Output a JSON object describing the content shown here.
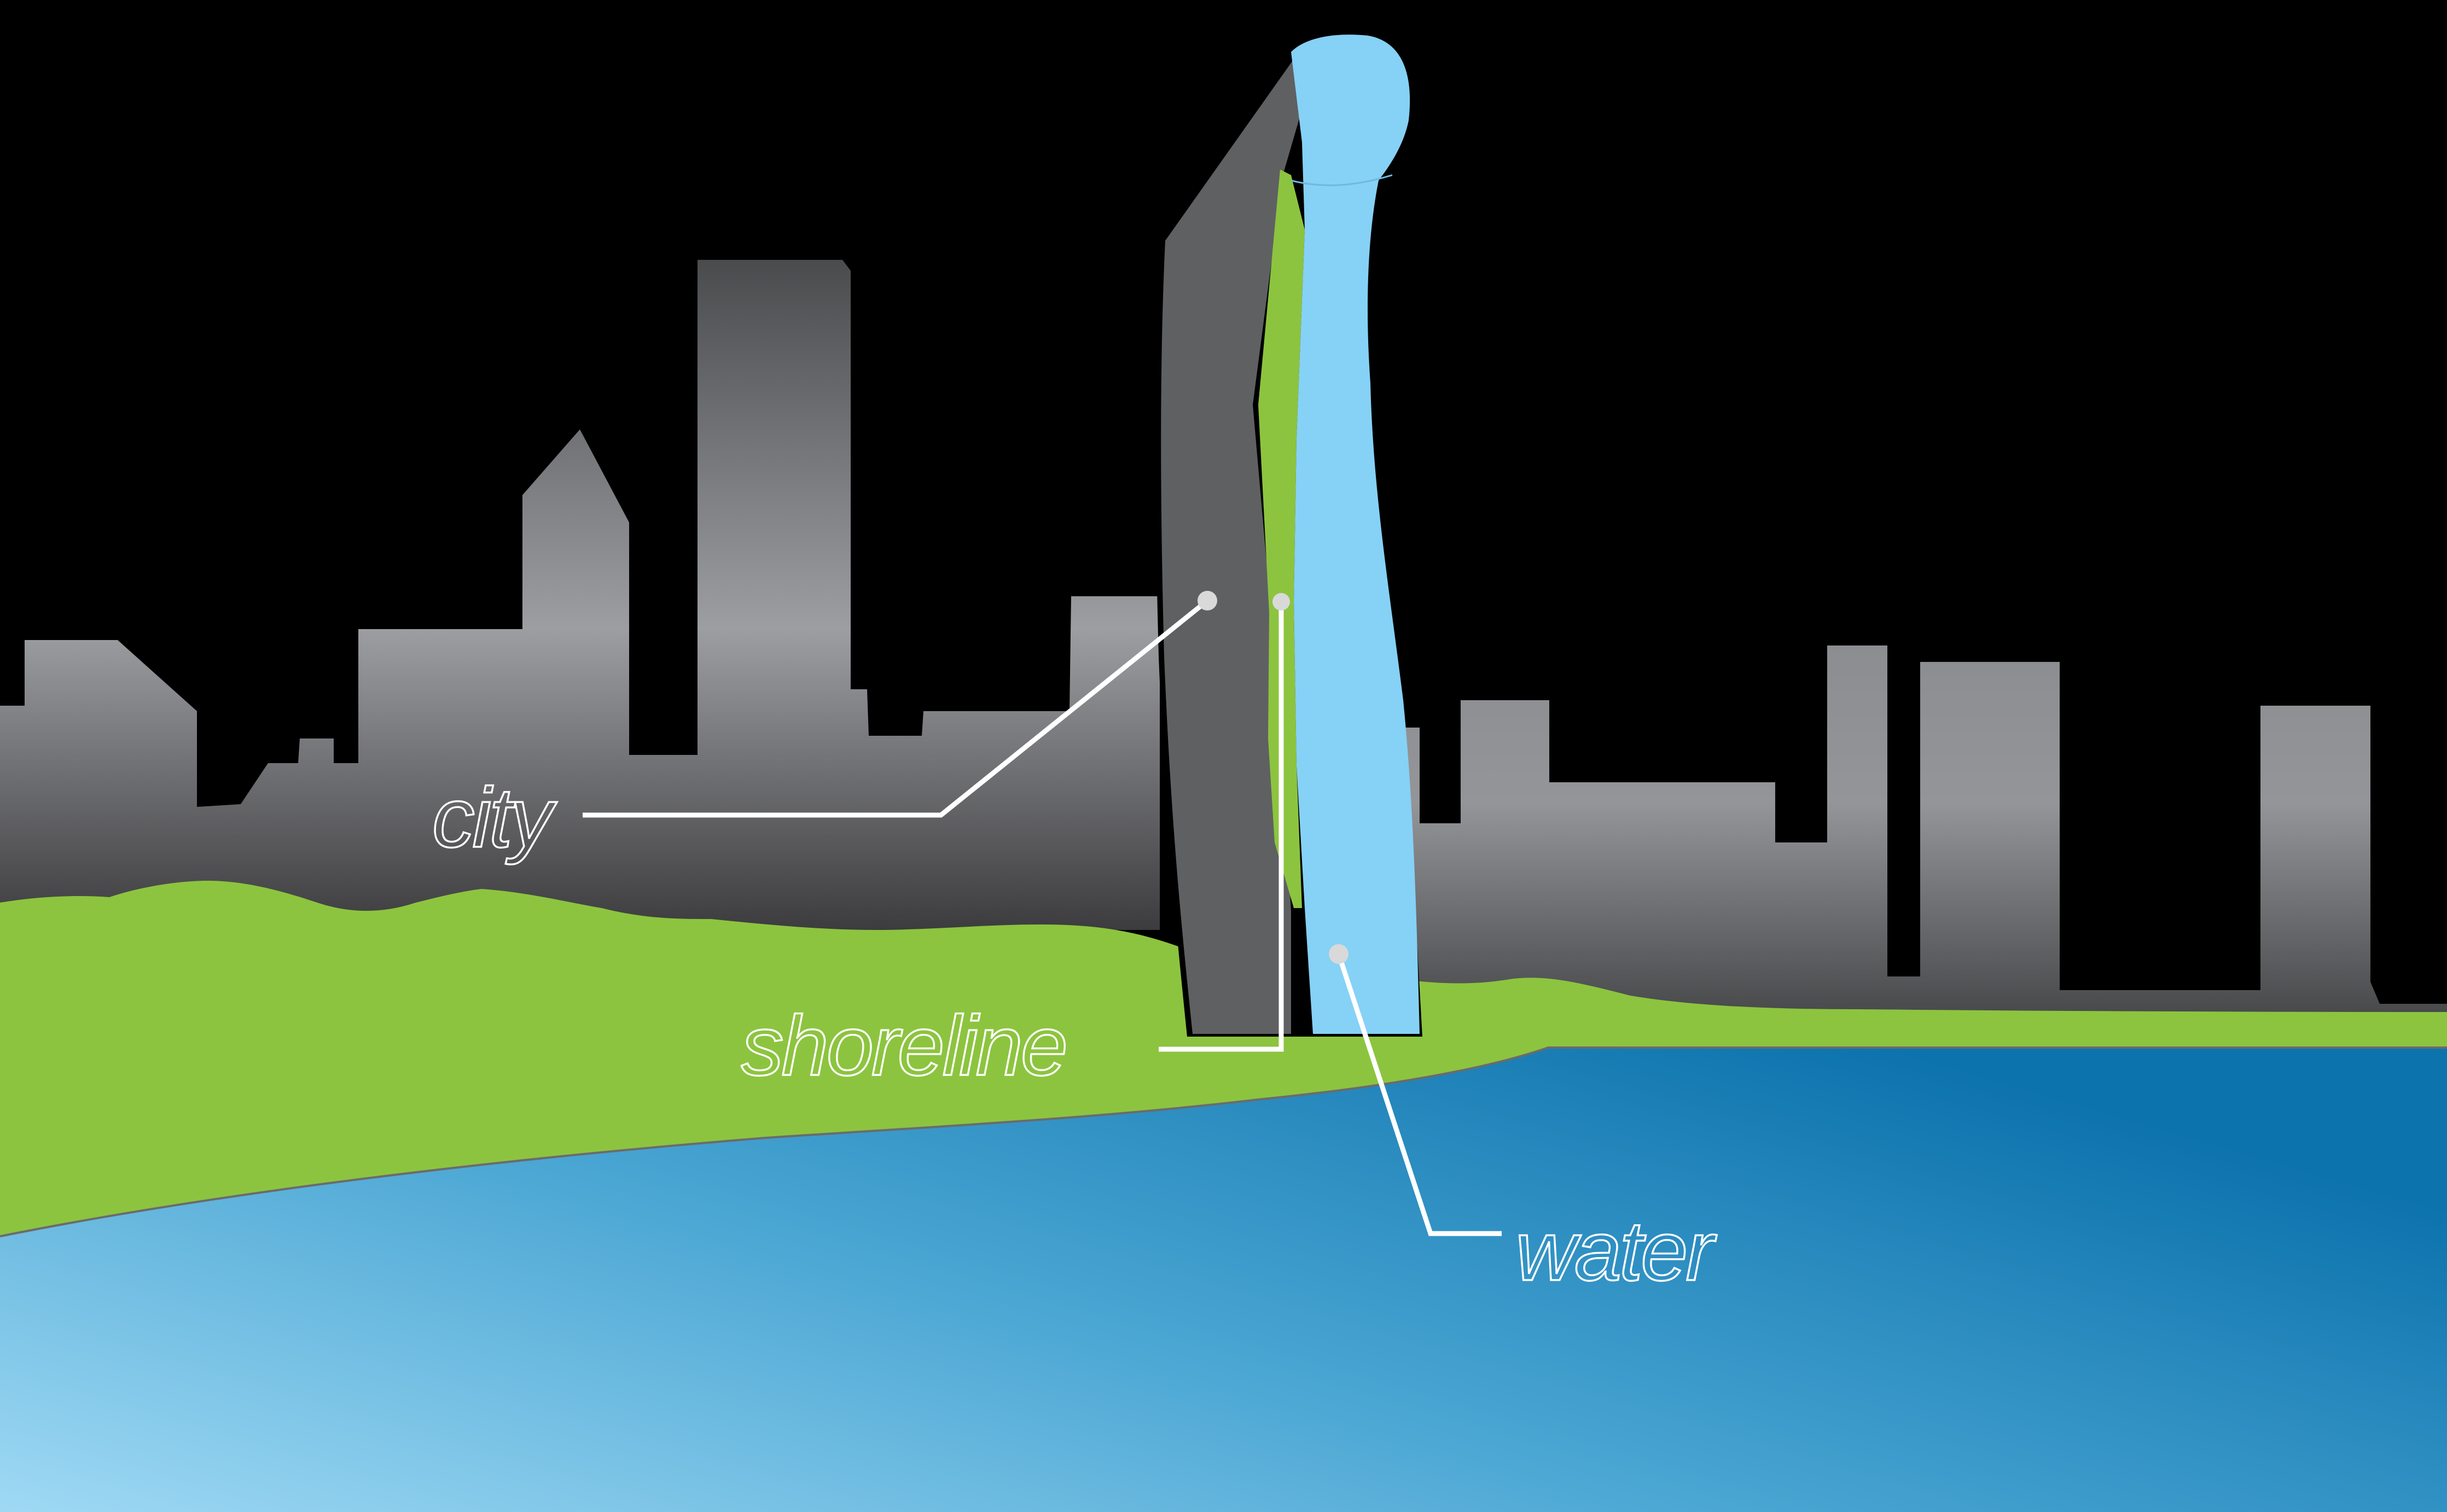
{
  "diagram": {
    "labels": {
      "city": "city",
      "shoreline": "shoreline",
      "water": "water"
    },
    "colors": {
      "background": "#000000",
      "city_gray_top": "#9d9ea2",
      "city_gray_bottom": "#3c3c3e",
      "tower_dark": "#5f6062",
      "shoreline_green": "#8cc43f",
      "tower_water": "#86d1f6",
      "water_light": "#9fd9f4",
      "water_dark": "#0d73ad",
      "callout_line": "#ffffff",
      "callout_dot": "#d9d9d9"
    }
  }
}
